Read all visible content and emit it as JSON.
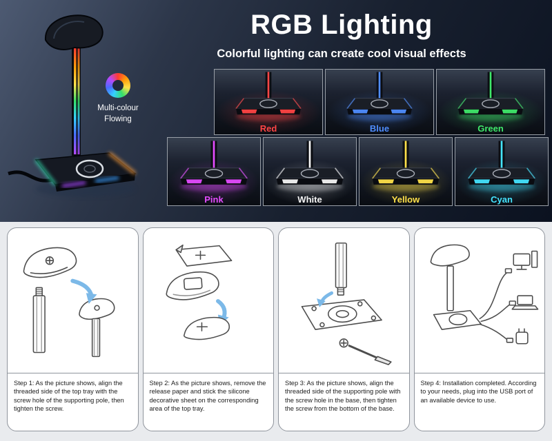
{
  "hero": {
    "title": "RGB Lighting",
    "subtitle": "Colorful lighting can create cool visual effects",
    "badge": {
      "line1": "Multi-colour",
      "line2": "Flowing"
    },
    "variants_row1": [
      {
        "label": "Red",
        "color": "#ff4545"
      },
      {
        "label": "Blue",
        "color": "#4f8dff"
      },
      {
        "label": "Green",
        "color": "#3fe86a"
      }
    ],
    "variants_row2": [
      {
        "label": "Pink",
        "color": "#e44cff"
      },
      {
        "label": "White",
        "color": "#f5f5f5"
      },
      {
        "label": "Yellow",
        "color": "#ffe14a"
      },
      {
        "label": "Cyan",
        "color": "#45e4ff"
      }
    ]
  },
  "instructions": {
    "steps": [
      {
        "text": "Step 1: As the picture shows, align the threaded side of the top tray with the screw hole of the supporting pole, then tighten the screw."
      },
      {
        "text": "Step 2: As the picture shows, remove the release paper and stick the silicone decorative sheet on the corresponding area of the top tray."
      },
      {
        "text": "Step 3: As the picture shows, align the threaded side of the supporting pole with the screw hole in the base, then tighten the screw from the bottom of the base."
      },
      {
        "text": "Step 4: Installation completed. According to your needs, plug into the USB port of an available device to use."
      }
    ]
  }
}
